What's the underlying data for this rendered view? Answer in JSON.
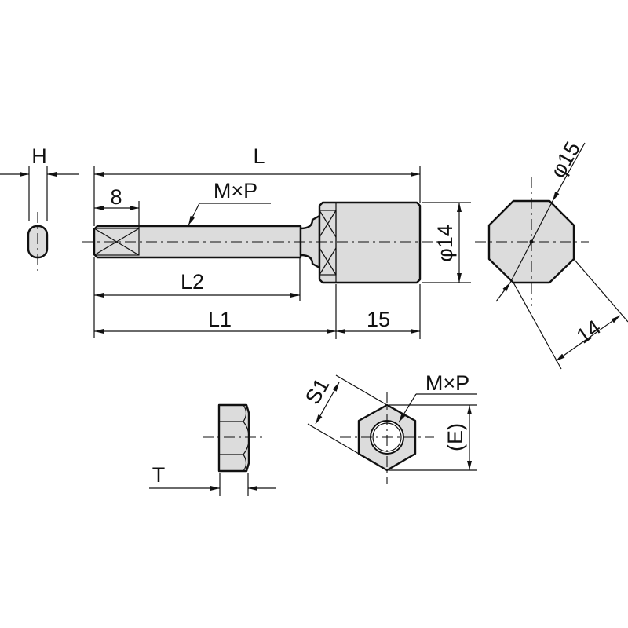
{
  "drawing": {
    "side_view_label_width": "H",
    "overall_length": "L",
    "hex_length": "8",
    "thread_spec": "M×P",
    "thread_length": "L2",
    "body_length": "L1",
    "head_length": "15",
    "head_diameter": "φ14",
    "head_across_corners": "φ15",
    "head_across_flats": "14",
    "nut_width_across_flats": "S1",
    "nut_thread_spec": "M×P",
    "nut_across_corners": "(E)",
    "nut_thickness": "T"
  },
  "colors": {
    "line": "#111111",
    "fill": "#dcdcdc"
  }
}
